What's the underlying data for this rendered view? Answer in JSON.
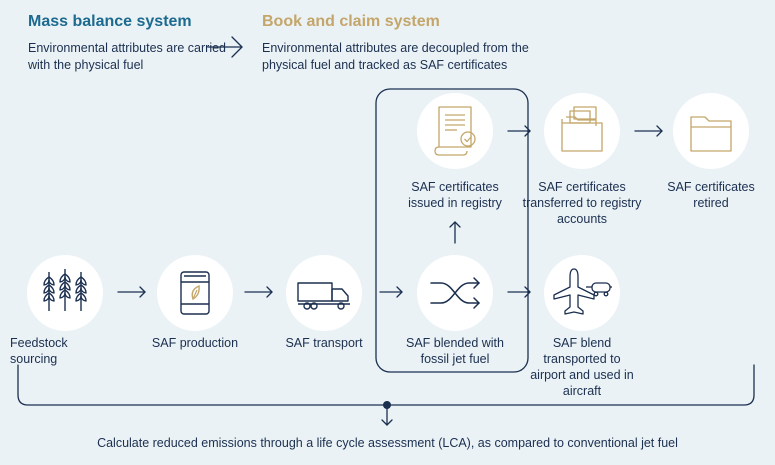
{
  "headers": {
    "mass_title": "Mass balance system",
    "mass_desc": "Environmental attributes are carried with the physical fuel",
    "book_title": "Book and claim system",
    "book_desc": "Environmental attributes are decoupled from the physical fuel and tracked as SAF certificates"
  },
  "steps": {
    "feedstock": "Feedstock sourcing",
    "production": "SAF production",
    "transport": "SAF transport",
    "blended": "SAF blended with fossil jet fuel",
    "blend_transported": "SAF blend transported to airport and used in aircraft",
    "issued": "SAF certificates issued in registry",
    "transferred": "SAF certificates transferred to registry accounts",
    "retired": "SAF certificates retired"
  },
  "footer": "Calculate reduced emissions through a life cycle assessment (LCA), as compared to conventional jet fuel",
  "colors": {
    "navy": "#1b2f4f",
    "teal": "#1d6a8f",
    "gold": "#c4a66a",
    "background": "#eaf2f6"
  },
  "icons": [
    "wheat-icon",
    "barrel-icon",
    "truck-icon",
    "shuffle-icon",
    "airplane-icon",
    "certificate-icon",
    "folders-icon",
    "folder-icon"
  ]
}
